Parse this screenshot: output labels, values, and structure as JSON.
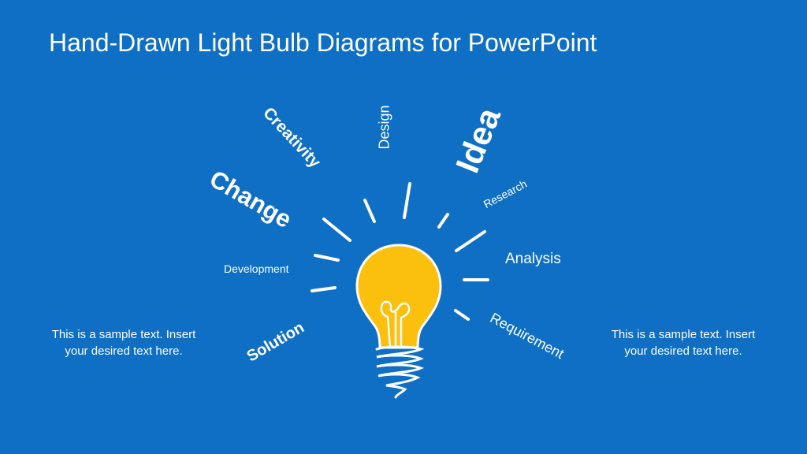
{
  "slide": {
    "title": "Hand-Drawn Light Bulb Diagrams for PowerPoint",
    "background_color": "#0e6fc5",
    "bulb_color": "#fbbf0d"
  },
  "words": {
    "creativity": "Creativity",
    "design": "Design",
    "idea": "Idea",
    "change": "Change",
    "research": "Research",
    "analysis": "Analysis",
    "development": "Development",
    "requirement": "Requirement",
    "solution": "Solution"
  },
  "side_texts": {
    "left": "This is a sample text. Insert your desired text here.",
    "right": "This is a sample text. Insert your desired text here."
  }
}
